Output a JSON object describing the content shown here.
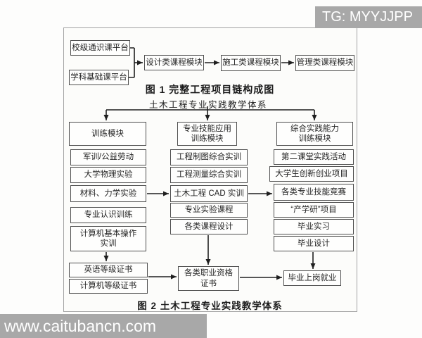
{
  "watermark_top": {
    "label": "TG: MYYJJPP"
  },
  "watermark_bottom": {
    "label": "www.caitubancn.com"
  },
  "colors": {
    "watermark_bg": "#a8a8a8",
    "watermark_text": "#ffffff",
    "line": "#1f1f1f",
    "box_border": "#4f4f4f",
    "frame_border": "#a3a3a3",
    "background": "#fdfdfc"
  },
  "figure1": {
    "caption": "图 1  完整工程项目链构成图",
    "boxes": {
      "campus_general": "校级通识课平台",
      "discipline_basic": "学科基础课平台",
      "design_module": "设计类课程模块",
      "construction_module": "施工类课程模块",
      "management_module": "管理类课程模块"
    }
  },
  "figure2": {
    "title": "土木工程专业实践教学体系",
    "caption": "图 2  土木工程专业实践教学体系",
    "headers": {
      "training": "训练模块",
      "skill_application": "专业技能应用\n训练模块",
      "comprehensive": "综合实践能力\n训练模块"
    },
    "left_column": [
      "军训/公益劳动",
      "大学物理实验",
      "材料、力学实验",
      "专业认识训练",
      "计算机基本操作\n实训",
      "英语等级证书",
      "计算机等级证书"
    ],
    "middle_column": [
      "工程制图综合实训",
      "工程测量综合实训",
      "土木工程 CAD 实训",
      "专业实验课程",
      "各类课程设计",
      "各类职业资格\n证书"
    ],
    "right_column": [
      "第二课堂实践活动",
      "大学生创新创业项目",
      "各类专业技能竞赛",
      "“产学研”项目",
      "毕业实习",
      "毕业设计",
      "毕业上岗就业"
    ]
  }
}
